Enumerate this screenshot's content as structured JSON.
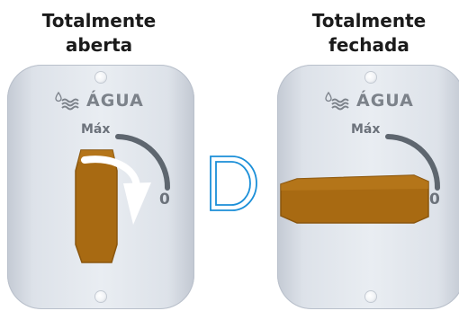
{
  "panels": [
    {
      "title_line1": "Totalmente",
      "title_line2": "aberta",
      "brand": "ÁGUA",
      "max_label": "Máx",
      "zero_label": "0",
      "lever_state": "open"
    },
    {
      "title_line1": "Totalmente",
      "title_line2": "fechada",
      "brand": "ÁGUA",
      "max_label": "Máx",
      "zero_label": "0",
      "lever_state": "closed"
    }
  ],
  "center_symbol": "D",
  "colors": {
    "lever": "#a86a12",
    "arc": "#5e666f",
    "symbol": "#1b8fd8",
    "plate": "#e6eaef",
    "label": "#7c828a"
  },
  "icons": [
    "water-drop-wave-icon",
    "curved-arrow-icon"
  ]
}
